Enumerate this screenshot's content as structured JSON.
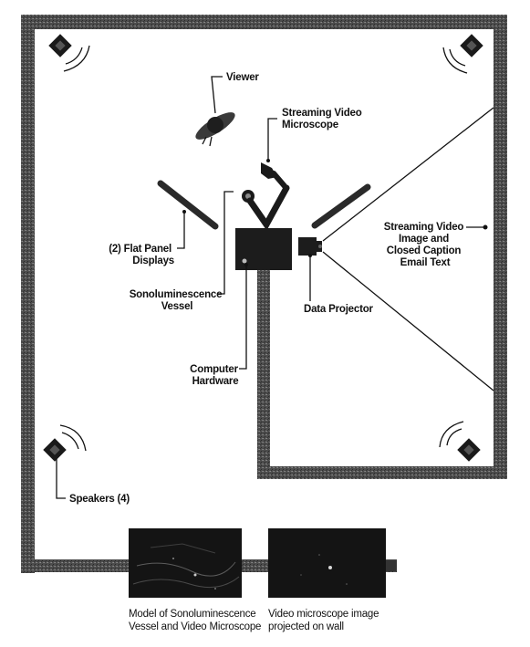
{
  "labels": {
    "viewer": "Viewer",
    "streaming_microscope": [
      "Streaming Video",
      "Microscope"
    ],
    "streaming_image": [
      "Streaming Video",
      "Image and",
      "Closed Caption",
      "Email Text"
    ],
    "flat_panels": [
      "(2) Flat Panel",
      "Displays"
    ],
    "sono_vessel": [
      "Sonoluminescence",
      "Vessel"
    ],
    "data_projector": "Data Projector",
    "computer_hardware": [
      "Computer",
      "Hardware"
    ],
    "speakers": "Speakers (4)",
    "caption_left": [
      "Model of Sonoluminescence",
      "Vessel and  Video Microscope"
    ],
    "caption_right": [
      "Video microscope image",
      "projected on wall"
    ]
  },
  "colors": {
    "wall": "#5a5a5a",
    "ink": "#111111",
    "photo": "#141414"
  },
  "icons": [
    "speaker-icon",
    "viewer-figure-icon",
    "microscope-icon",
    "projector-icon"
  ]
}
